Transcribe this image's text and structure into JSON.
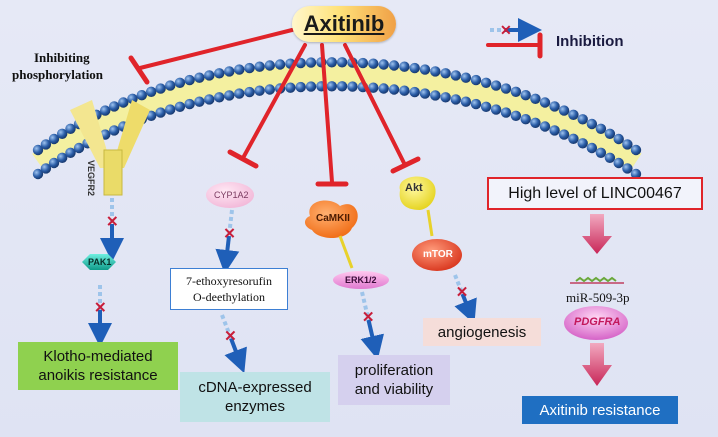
{
  "drug": "Axitinib",
  "legend": {
    "inhibition": "Inhibition"
  },
  "labels": {
    "inhibiting_phosphorylation_line1": "Inhibiting",
    "inhibiting_phosphorylation_line2": "phosphorylation",
    "vegfr2": "VEGFR2",
    "pak1": "PAK1",
    "cyp1a2": "CYP1A2",
    "camkii": "CaMKII",
    "erk12": "ERK1/2",
    "akt": "Akt",
    "mtor": "mTOR",
    "mir": "miR-509-3p",
    "pdgfra": "PDGFRA",
    "lnc": "High level of LINC00467"
  },
  "outcomes": {
    "klotho_line1": "Klotho-mediated",
    "klotho_line2": "anoikis resistance",
    "ethoxy_line1": "7-ethoxyresorufin",
    "ethoxy_line2": "O-deethylation",
    "cdna_line1": "cDNA-expressed",
    "cdna_line2": "enzymes",
    "prolif_line1": "proliferation",
    "prolif_line2": "and viability",
    "angio": "angiogenesis",
    "resistance": "Axitinib resistance"
  },
  "colors": {
    "inhibit": "#e0242a",
    "arrow_blue": "#1f5fb8",
    "arrow_pink": "#cf2f63",
    "klotho_bg": "#8fd14f",
    "cdna_bg": "#bfe3e6",
    "prolif_bg": "#d5d0ee",
    "angio_bg": "#f5ddd9",
    "resistance_bg": "#1f6fc2"
  }
}
